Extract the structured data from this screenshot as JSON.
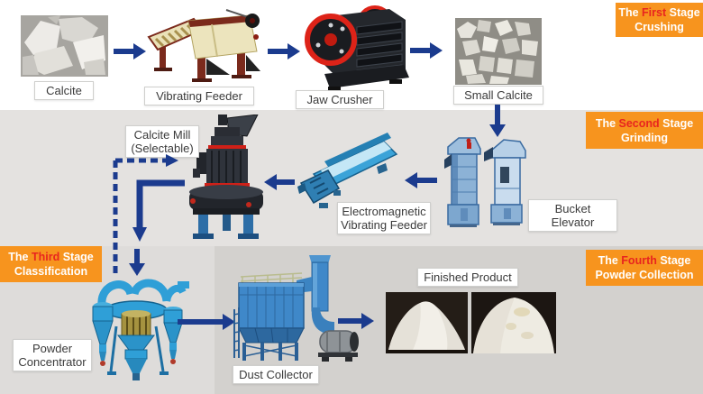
{
  "badges": [
    {
      "pre": "The ",
      "highlight": "First",
      "post": " Stage",
      "line2": "Crushing"
    },
    {
      "pre": "The ",
      "highlight": "Second",
      "post": " Stage",
      "line2": "Grinding"
    },
    {
      "pre": "The ",
      "highlight": "Third",
      "post": " Stage",
      "line2": "Classification"
    },
    {
      "pre": "The ",
      "highlight": "Fourth",
      "post": " Stage",
      "line2": "Powder Collection"
    }
  ],
  "labels": {
    "calcite": "Calcite",
    "vibrating_feeder": "Vibrating Feeder",
    "jaw_crusher": "Jaw Crusher",
    "small_calcite": "Small Calcite",
    "bucket_elevator": "Bucket Elevator",
    "em_feeder_line1": "Electromagnetic",
    "em_feeder_line2": "Vibrating Feeder",
    "calcite_mill_line1": "Calcite Mill",
    "calcite_mill_line2": "(Selectable)",
    "powder_concentrator_line1": "Powder",
    "powder_concentrator_line2": "Concentrator",
    "dust_collector": "Dust Collector",
    "finished_product": "Finished Product"
  },
  "colors": {
    "badge_bg": "#f7941e",
    "badge_text": "#ffffff",
    "badge_highlight": "#e8251f",
    "arrow": "#1b3b8e",
    "band_top": "#ffffff",
    "band_middle": "#e4e2e0",
    "band_bottom_left": "#dedcda",
    "band_bottom_right": "#d3d1ce",
    "label_text": "#3a3a3a",
    "label_bg": "#ffffff"
  }
}
